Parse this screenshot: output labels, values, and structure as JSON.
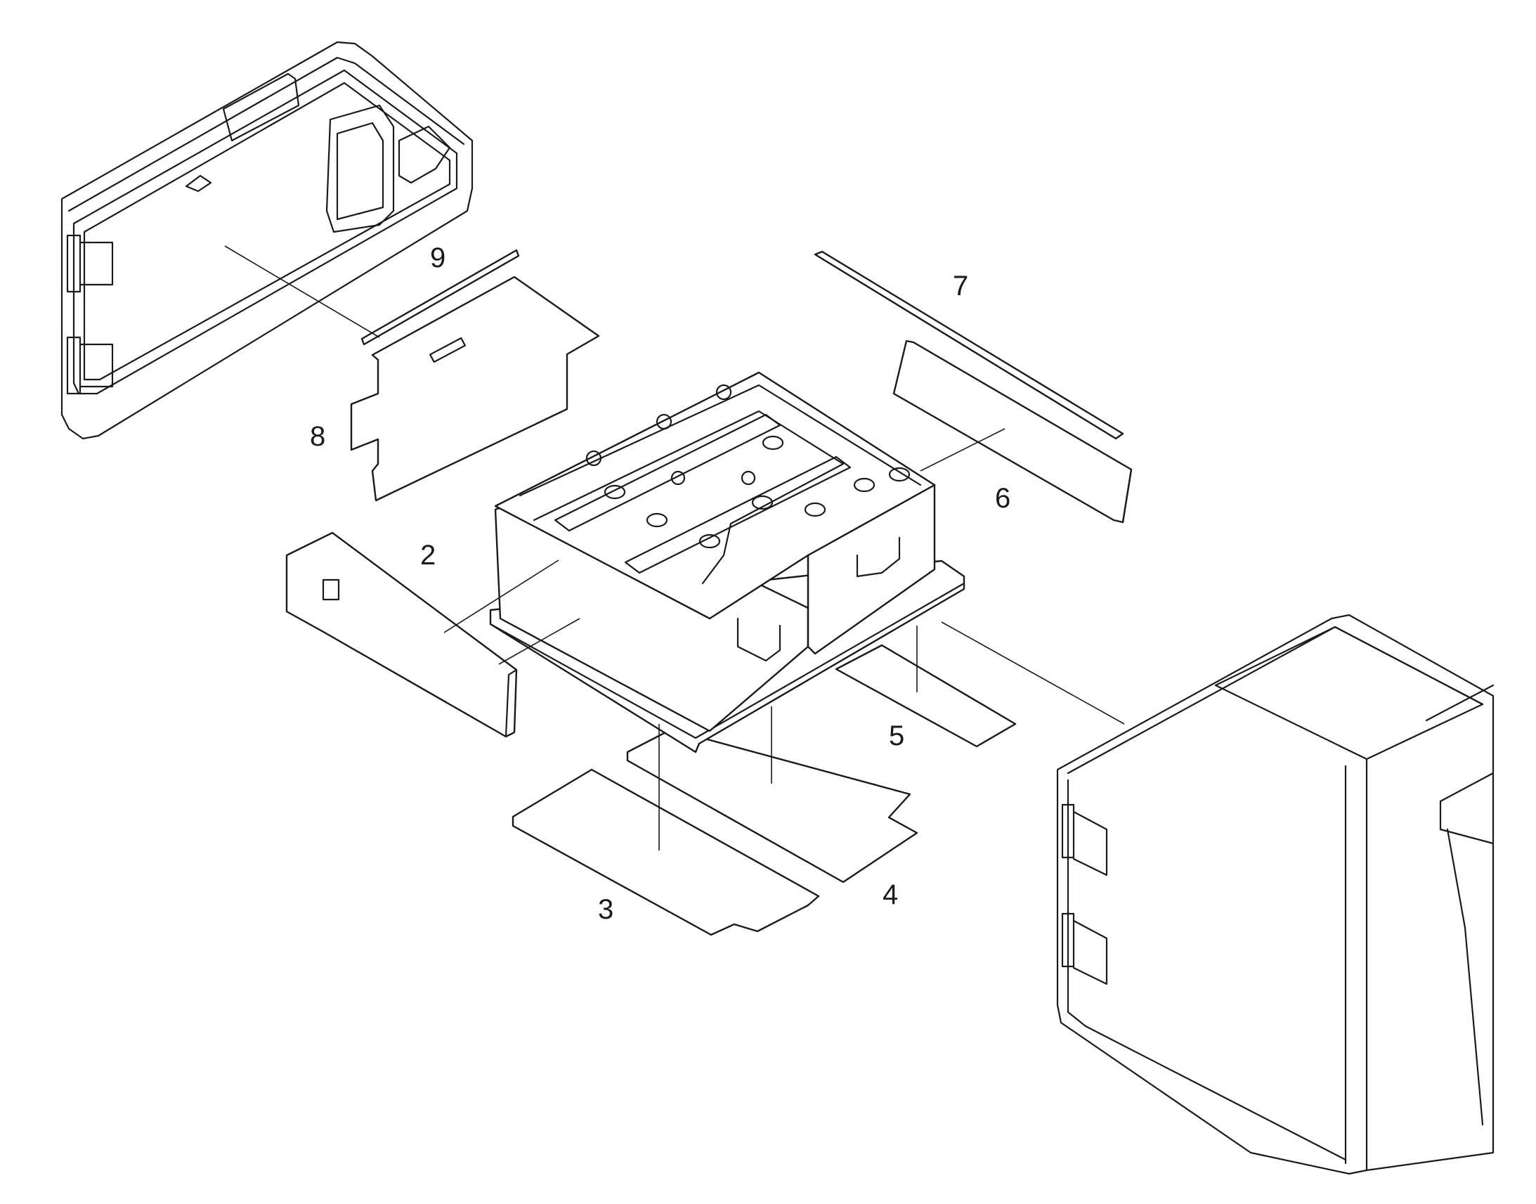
{
  "diagram": {
    "type": "exploded-parts-view",
    "callouts": {
      "c2": "2",
      "c3": "3",
      "c4": "4",
      "c5": "5",
      "c6": "6",
      "c7": "7",
      "c8": "8",
      "c9": "9"
    }
  },
  "colors": {
    "line": "#1a1a1a",
    "background": "#ffffff"
  }
}
